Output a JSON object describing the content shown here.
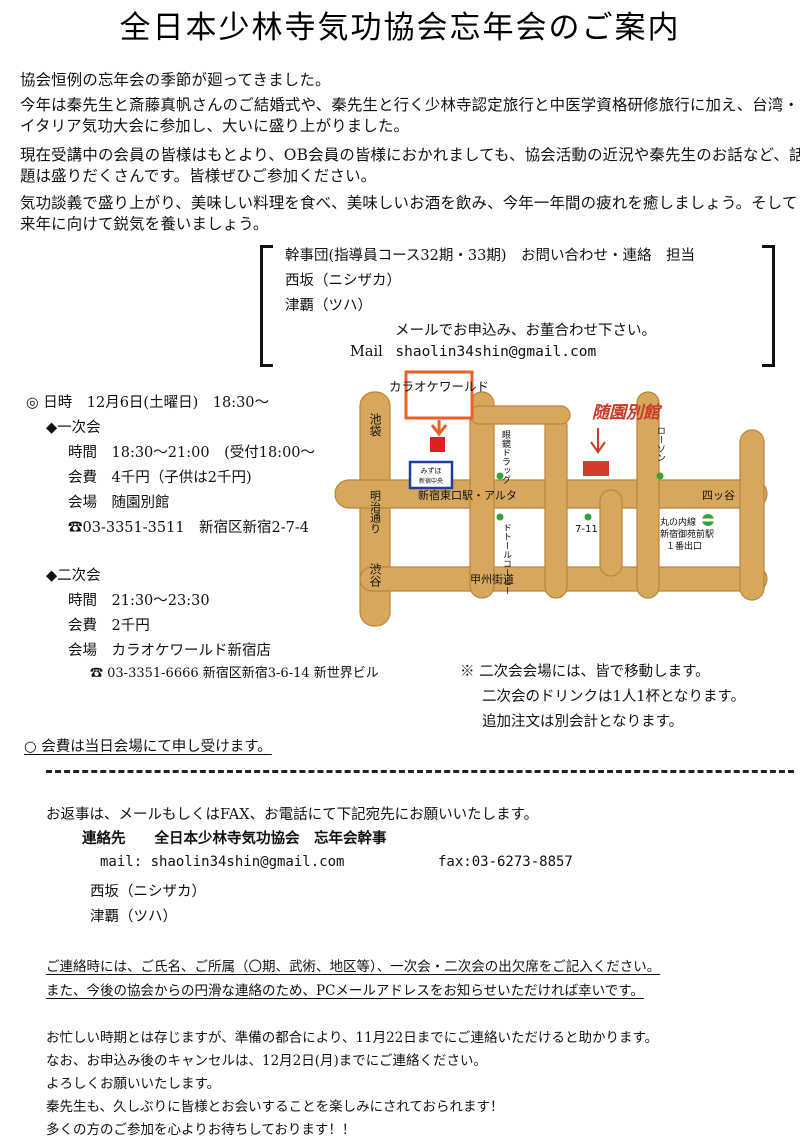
{
  "title": "全日本少林寺気功協会忘年会のご案内",
  "intro": {
    "p1": "協会恒例の忘年会の季節が廻ってきました。",
    "p2": "今年は秦先生と斎藤真帆さんのご結婚式や、秦先生と行く少林寺認定旅行と中医学資格研修旅行に加え、台湾・イタリア気功大会に参加し、大いに盛り上がりました。",
    "p3": "現在受講中の会員の皆様はもとより、OB会員の皆様におかれましても、協会活動の近況や秦先生のお話など、話題は盛りだくさんです。皆様ぜひご参加ください。",
    "p4": "気功談義で盛り上がり、美味しい料理を食べ、美味しいお酒を飲み、今年一年間の疲れを癒しましょう。そして来年に向けて鋭気を養いましょう。"
  },
  "contact_box": {
    "line1": "幹事団(指導員コース32期・33期)　お問い合わせ・連絡　担当",
    "line2": "西坂（ニシザカ）",
    "line3": "津覇（ツハ）",
    "line4": "メールでお申込み、お董合わせ下さい。",
    "mail_label": "Mail",
    "mail": "shaolin34shin@gmail.com"
  },
  "schedule": {
    "datetime": "◎ 日時　12月6日(土曜日)　18:30～",
    "first": {
      "heading": "◆一次会",
      "time": "時間　18:30～21:00　(受付18:00～",
      "fee": "会費　4千円（子供は2千円)",
      "venue": "会場　随園別館",
      "phone": "☎03-3351-3511　新宿区新宿2-7-4"
    },
    "second": {
      "heading": "◆二次会",
      "time": "時間　21:30～23:30",
      "fee": "会費　2千円",
      "venue": "会場　カラオケワールド新宿店",
      "phone": "☎ 03-3351-6666  新宿区新宿3-6-14 新世界ビル"
    }
  },
  "notes": {
    "n1": "※ 二次会会場には、皆で移動します。",
    "n2": "二次会のドリンクは1人1杯となります。",
    "n3": "追加注文は別会計となります。"
  },
  "fee_note": "○ 会費は当日会場にて申し受けます。",
  "map": {
    "karaoke": "カラオケワールド",
    "zuien": "随園別館",
    "ikebukuro": "池袋",
    "meiji": "明治通り",
    "shibuya": "渋谷",
    "megane": "眼鏡ドラッグ",
    "lawson": "ローソン",
    "mizuho1": "みずほ",
    "mizuho2": "新宿中央",
    "station": "新宿東口駅・アルタ",
    "yotsuya": "四ッ谷",
    "doutor": "ドトールコーヒー",
    "seven": "7-11",
    "marunouchi1": "丸の内線",
    "marunouchi2": "新宿御苑前駅",
    "marunouchi3": "１番出口",
    "koshu": "甲州街道"
  },
  "reply": {
    "line1": "お返事は、メールもしくはFAX、お電話にて下記宛先にお願いいたします。",
    "contact": "連絡先　　全日本少林寺気功協会　忘年会幹事",
    "mail": "mail: shaolin34shin@gmail.com",
    "fax": "fax:03-6273-8857",
    "name1": "西坂（ニシザカ）",
    "name2": "津覇（ツハ）"
  },
  "request": {
    "r1": "ご連絡時には、ご氏名、ご所属（〇期、武術、地区等）、一次会・二次会の出欠席をご記入ください。",
    "r2": "また、今後の協会からの円滑な連絡のため、PCメールアドレスをお知らせいただければ幸いです。"
  },
  "closing": {
    "c1": "お忙しい時期とは存じますが、準備の都合により、11月22日までにご連絡いただけると助かります。",
    "c2": "なお、お申込み後のキャンセルは、12月2日(月)までにご連絡ください。",
    "c3": "よろしくお願いいたします。",
    "c4": "秦先生も、久しぶりに皆様とお会いすることを楽しみにされておられます！",
    "c5": "多くの方のご参加を心よりお待ちしております！！"
  },
  "colors": {
    "road": "#d8a75e",
    "road_edge": "#b9843a",
    "karaoke_border": "#e8622a",
    "marker_red": "#e02020",
    "zuien_red": "#c93a2a",
    "mizuho_blue": "#1f3f9a",
    "green_dot": "#3aa03a"
  }
}
